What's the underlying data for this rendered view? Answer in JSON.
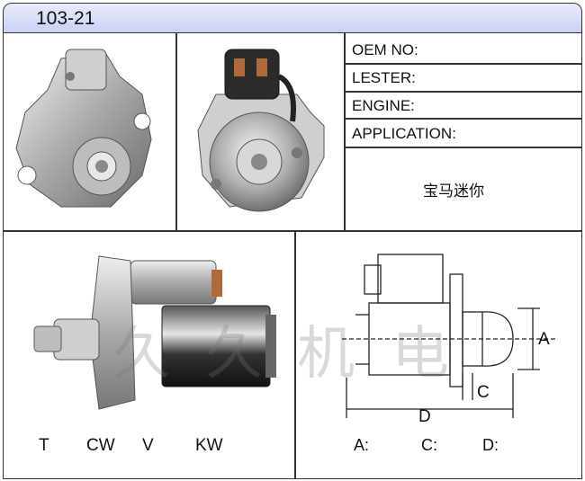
{
  "header": {
    "title": "103-21"
  },
  "info_fields": [
    "OEM NO:",
    "LESTER:",
    "ENGINE:",
    "APPLICATION:"
  ],
  "application_note": "宝马迷你",
  "specs": [
    "T",
    "CW",
    "V",
    "KW"
  ],
  "dimension_fields": [
    "A:",
    "C:",
    "D:"
  ],
  "diagram_labels": {
    "a": "A",
    "c": "C",
    "d": "D"
  },
  "watermark": [
    "久",
    "久",
    "机",
    "电"
  ]
}
